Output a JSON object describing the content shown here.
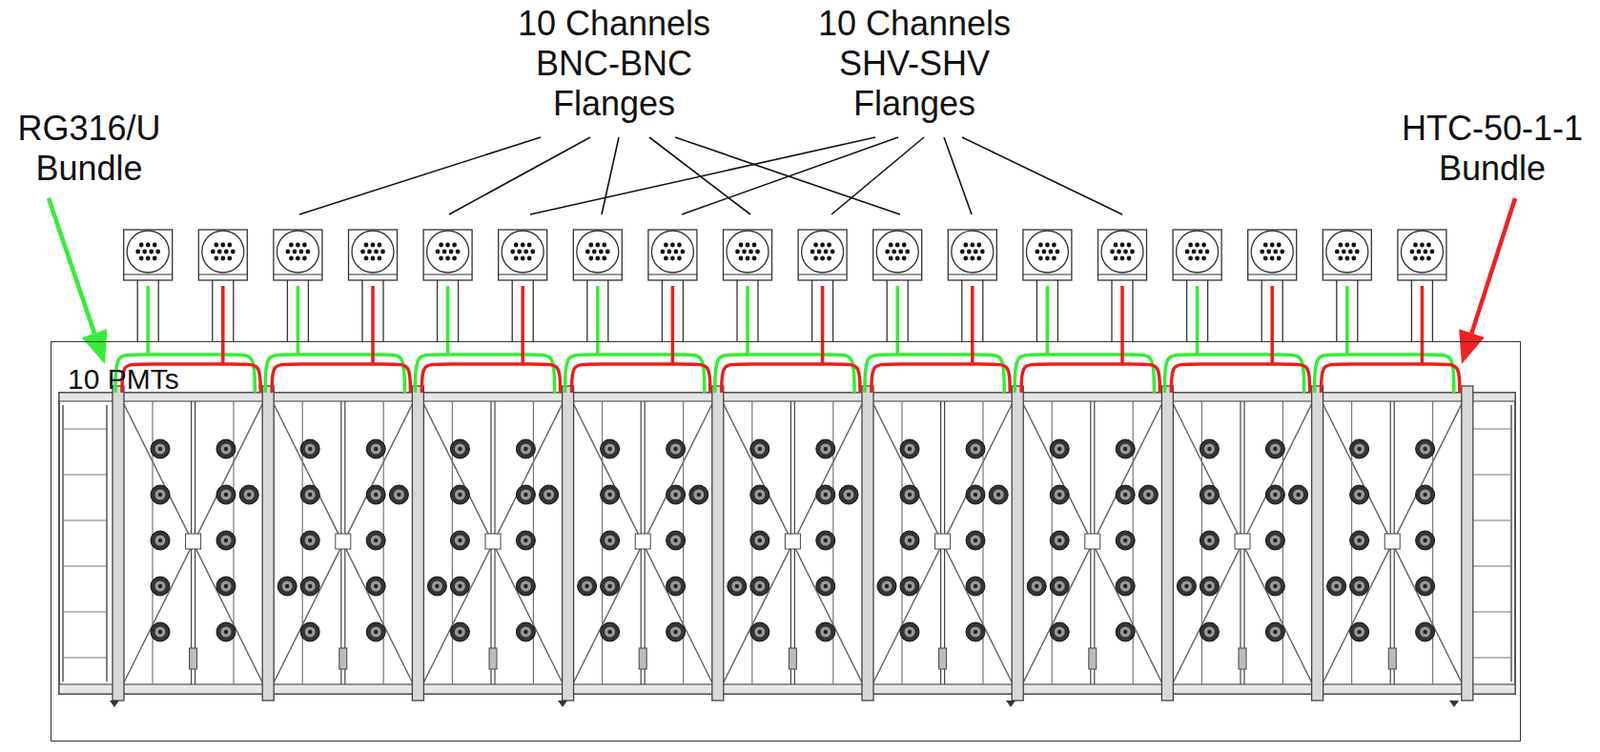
{
  "diagram": {
    "nodes": [
      {
        "text": [
          "10 PMTs"
        ]
      }
    ],
    "labels": [
      "10 Channels BNC-BNC Flanges",
      "10 Channels SHV-SHV Flanges",
      "RG316/U Bundle",
      "HTC-50-1-1 Bundle"
    ]
  }
}
